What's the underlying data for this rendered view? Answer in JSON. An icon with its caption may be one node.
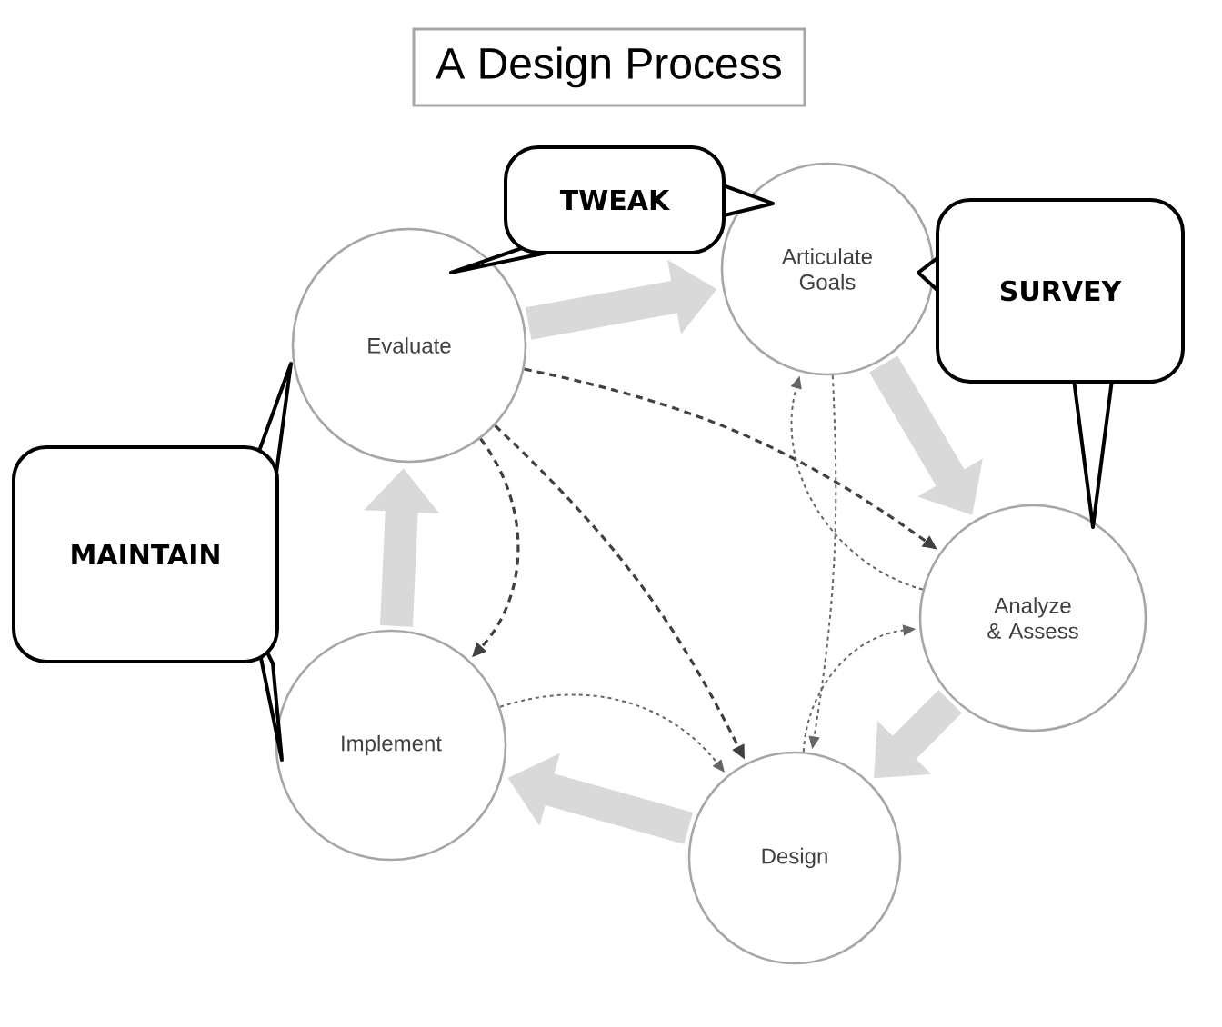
{
  "diagram": {
    "title": "A Design Process",
    "nodes": [
      {
        "text": [
          "Evaluate"
        ]
      },
      {
        "text": [
          "Articulate Goals"
        ]
      },
      {
        "text": [
          "Analyze & Assess"
        ]
      },
      {
        "text": [
          "Design"
        ]
      },
      {
        "text": [
          "Implement"
        ]
      },
      {
        "text": [
          "TWEAK"
        ]
      },
      {
        "text": [
          "SURVEY"
        ]
      },
      {
        "text": [
          "MAINTAIN"
        ]
      }
    ],
    "edges": [
      {
        "from": 0,
        "to": 1,
        "arrow": "to",
        "style": "thick"
      },
      {
        "from": 1,
        "to": 2,
        "arrow": "to",
        "style": "thick"
      },
      {
        "from": 2,
        "to": 3,
        "arrow": "to",
        "style": "thick"
      },
      {
        "from": 3,
        "to": 4,
        "arrow": "to",
        "style": "thick"
      },
      {
        "from": 4,
        "to": 0,
        "arrow": "to",
        "style": "thick"
      },
      {
        "from": 0,
        "to": 4,
        "arrow": "to",
        "style": "dashed",
        "color": "#404040"
      },
      {
        "from": 0,
        "to": 3,
        "arrow": "to",
        "style": "dashed",
        "color": "#404040"
      },
      {
        "from": 0,
        "to": 2,
        "arrow": "to",
        "style": "dashed",
        "color": "#404040"
      },
      {
        "from": 1,
        "to": 3,
        "arrow": "to",
        "style": "dashed",
        "color": "#666666"
      },
      {
        "from": 2,
        "to": 1,
        "arrow": "to",
        "style": "dashed",
        "color": "#666666"
      },
      {
        "from": 4,
        "to": 3,
        "arrow": "to",
        "style": "dashed",
        "color": "#666666"
      },
      {
        "from": 3,
        "to": 2,
        "arrow": "to",
        "style": "dashed",
        "color": "#666666"
      }
    ]
  }
}
